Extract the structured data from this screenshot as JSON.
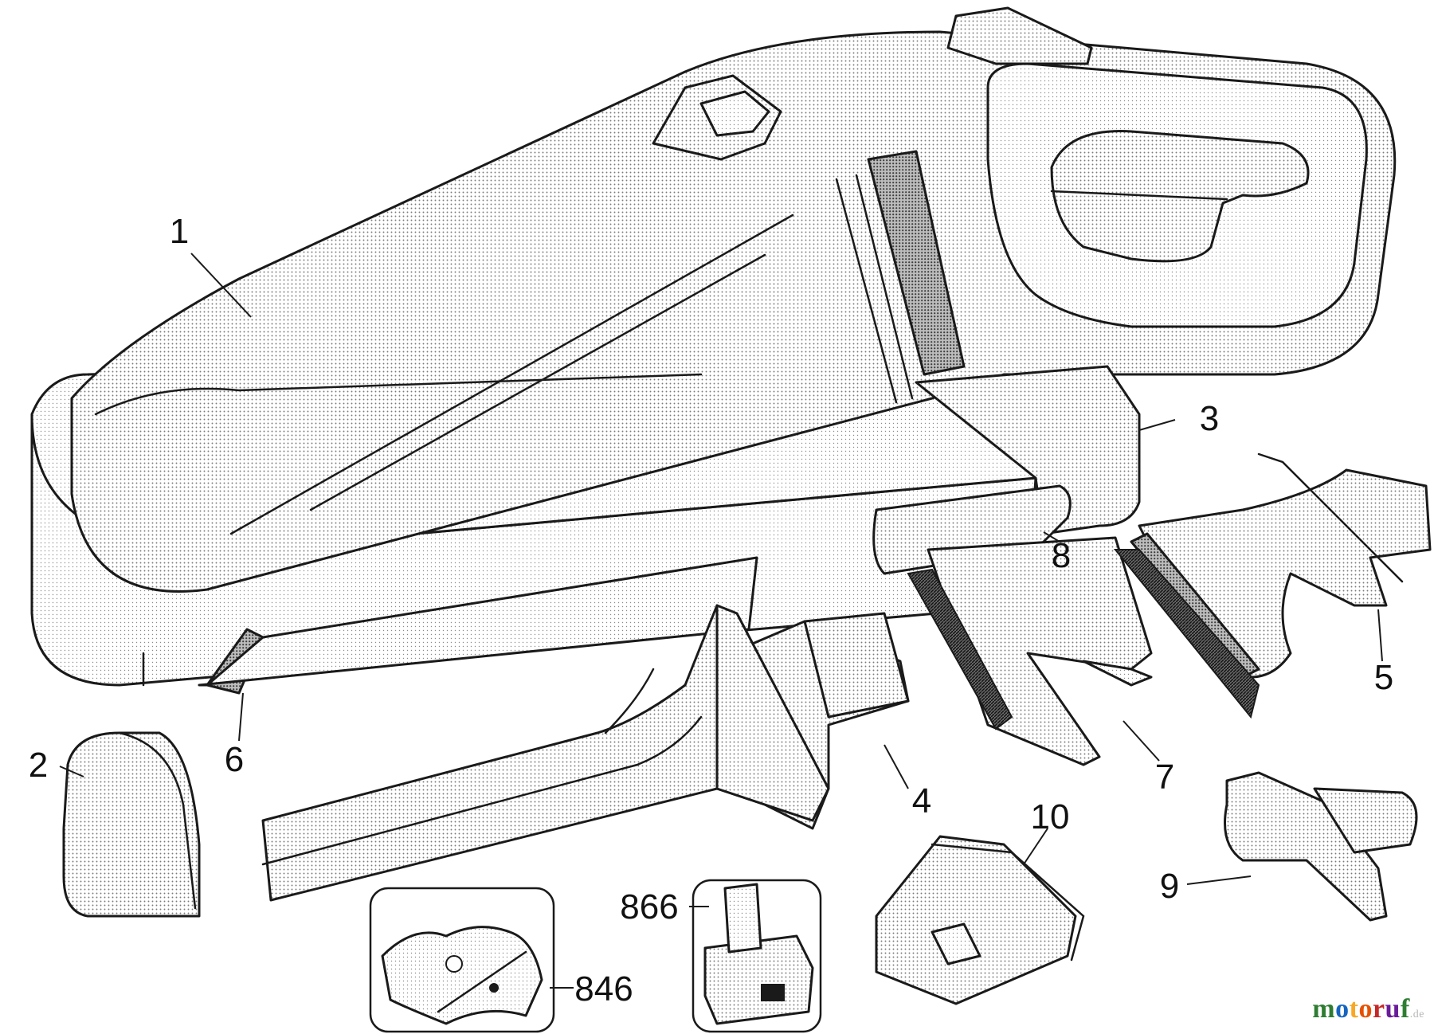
{
  "diagram": {
    "callouts": [
      {
        "id": "p1",
        "label": "1"
      },
      {
        "id": "p2",
        "label": "2"
      },
      {
        "id": "p3",
        "label": "3"
      },
      {
        "id": "p4",
        "label": "4"
      },
      {
        "id": "p5",
        "label": "5"
      },
      {
        "id": "p6",
        "label": "6"
      },
      {
        "id": "p7",
        "label": "7"
      },
      {
        "id": "p8",
        "label": "8"
      },
      {
        "id": "p9",
        "label": "9"
      },
      {
        "id": "p10",
        "label": "10"
      },
      {
        "id": "p846",
        "label": "846"
      },
      {
        "id": "p866",
        "label": "866"
      }
    ]
  },
  "watermark": {
    "letters": [
      "m",
      "o",
      "t",
      "o",
      "r",
      "u",
      "f"
    ],
    "letter_colors": [
      "#2e7d32",
      "#1565c0",
      "#f9a825",
      "#e65100",
      "#c62828",
      "#6a1b9a",
      "#2e7d32"
    ],
    "suffix": ".de"
  }
}
